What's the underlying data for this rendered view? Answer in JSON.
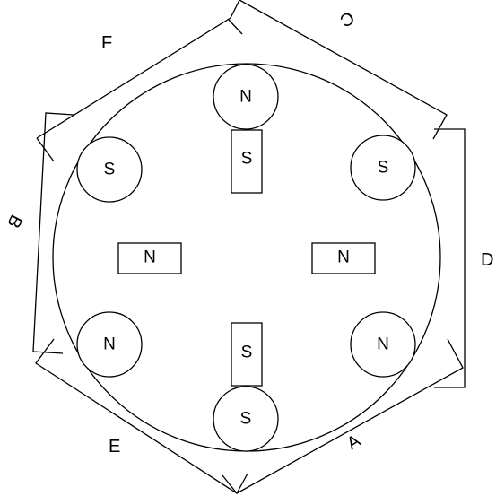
{
  "labels": {
    "a": "A",
    "b": "B",
    "c": "C",
    "d": "D",
    "e": "E",
    "f": "F"
  },
  "stator_poles": {
    "top": "N",
    "upper_right": "S",
    "lower_right": "N",
    "bottom": "S",
    "lower_left": "N",
    "upper_left": "S"
  },
  "rotor_poles": {
    "top": "S",
    "right": "N",
    "bottom": "S",
    "left": "N"
  },
  "colors": {
    "stroke": "#000000",
    "background": "#ffffff"
  }
}
